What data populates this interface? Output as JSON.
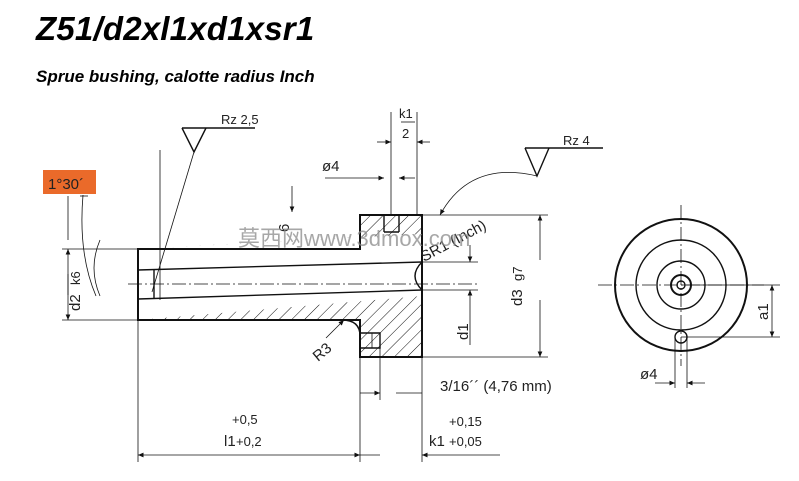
{
  "title": "Z51/d2xl1xd1xsr1",
  "subtitle": "Sprue bushing, calotte radius Inch",
  "annotations": {
    "angle": "1°30´",
    "rz_left": "Rz 2,5",
    "rz_right": "Rz 4",
    "k1": "k1",
    "two": "2",
    "dia4_top": "ø4",
    "six": "6",
    "sr1": "SR1 (Inch)",
    "d2": "d2",
    "k6": "k6",
    "d3": "d3",
    "g7": "g7",
    "d1": "d1",
    "r3": "R3",
    "inch_note": "3/16´´ (4,76 mm)",
    "l1_tol_upper": "+0,5",
    "l1": "l1",
    "l1_tol_lower": "+0,2",
    "k1_tol_upper": "+0,15",
    "k1_bottom": "k1",
    "k1_tol_lower": "+0,05",
    "a1": "a1",
    "dia4_right": "ø4",
    "watermark": "莫西网www.3dmox.com"
  },
  "colors": {
    "angle_highlight": "#ea6a2a",
    "hatch": "#111111"
  }
}
